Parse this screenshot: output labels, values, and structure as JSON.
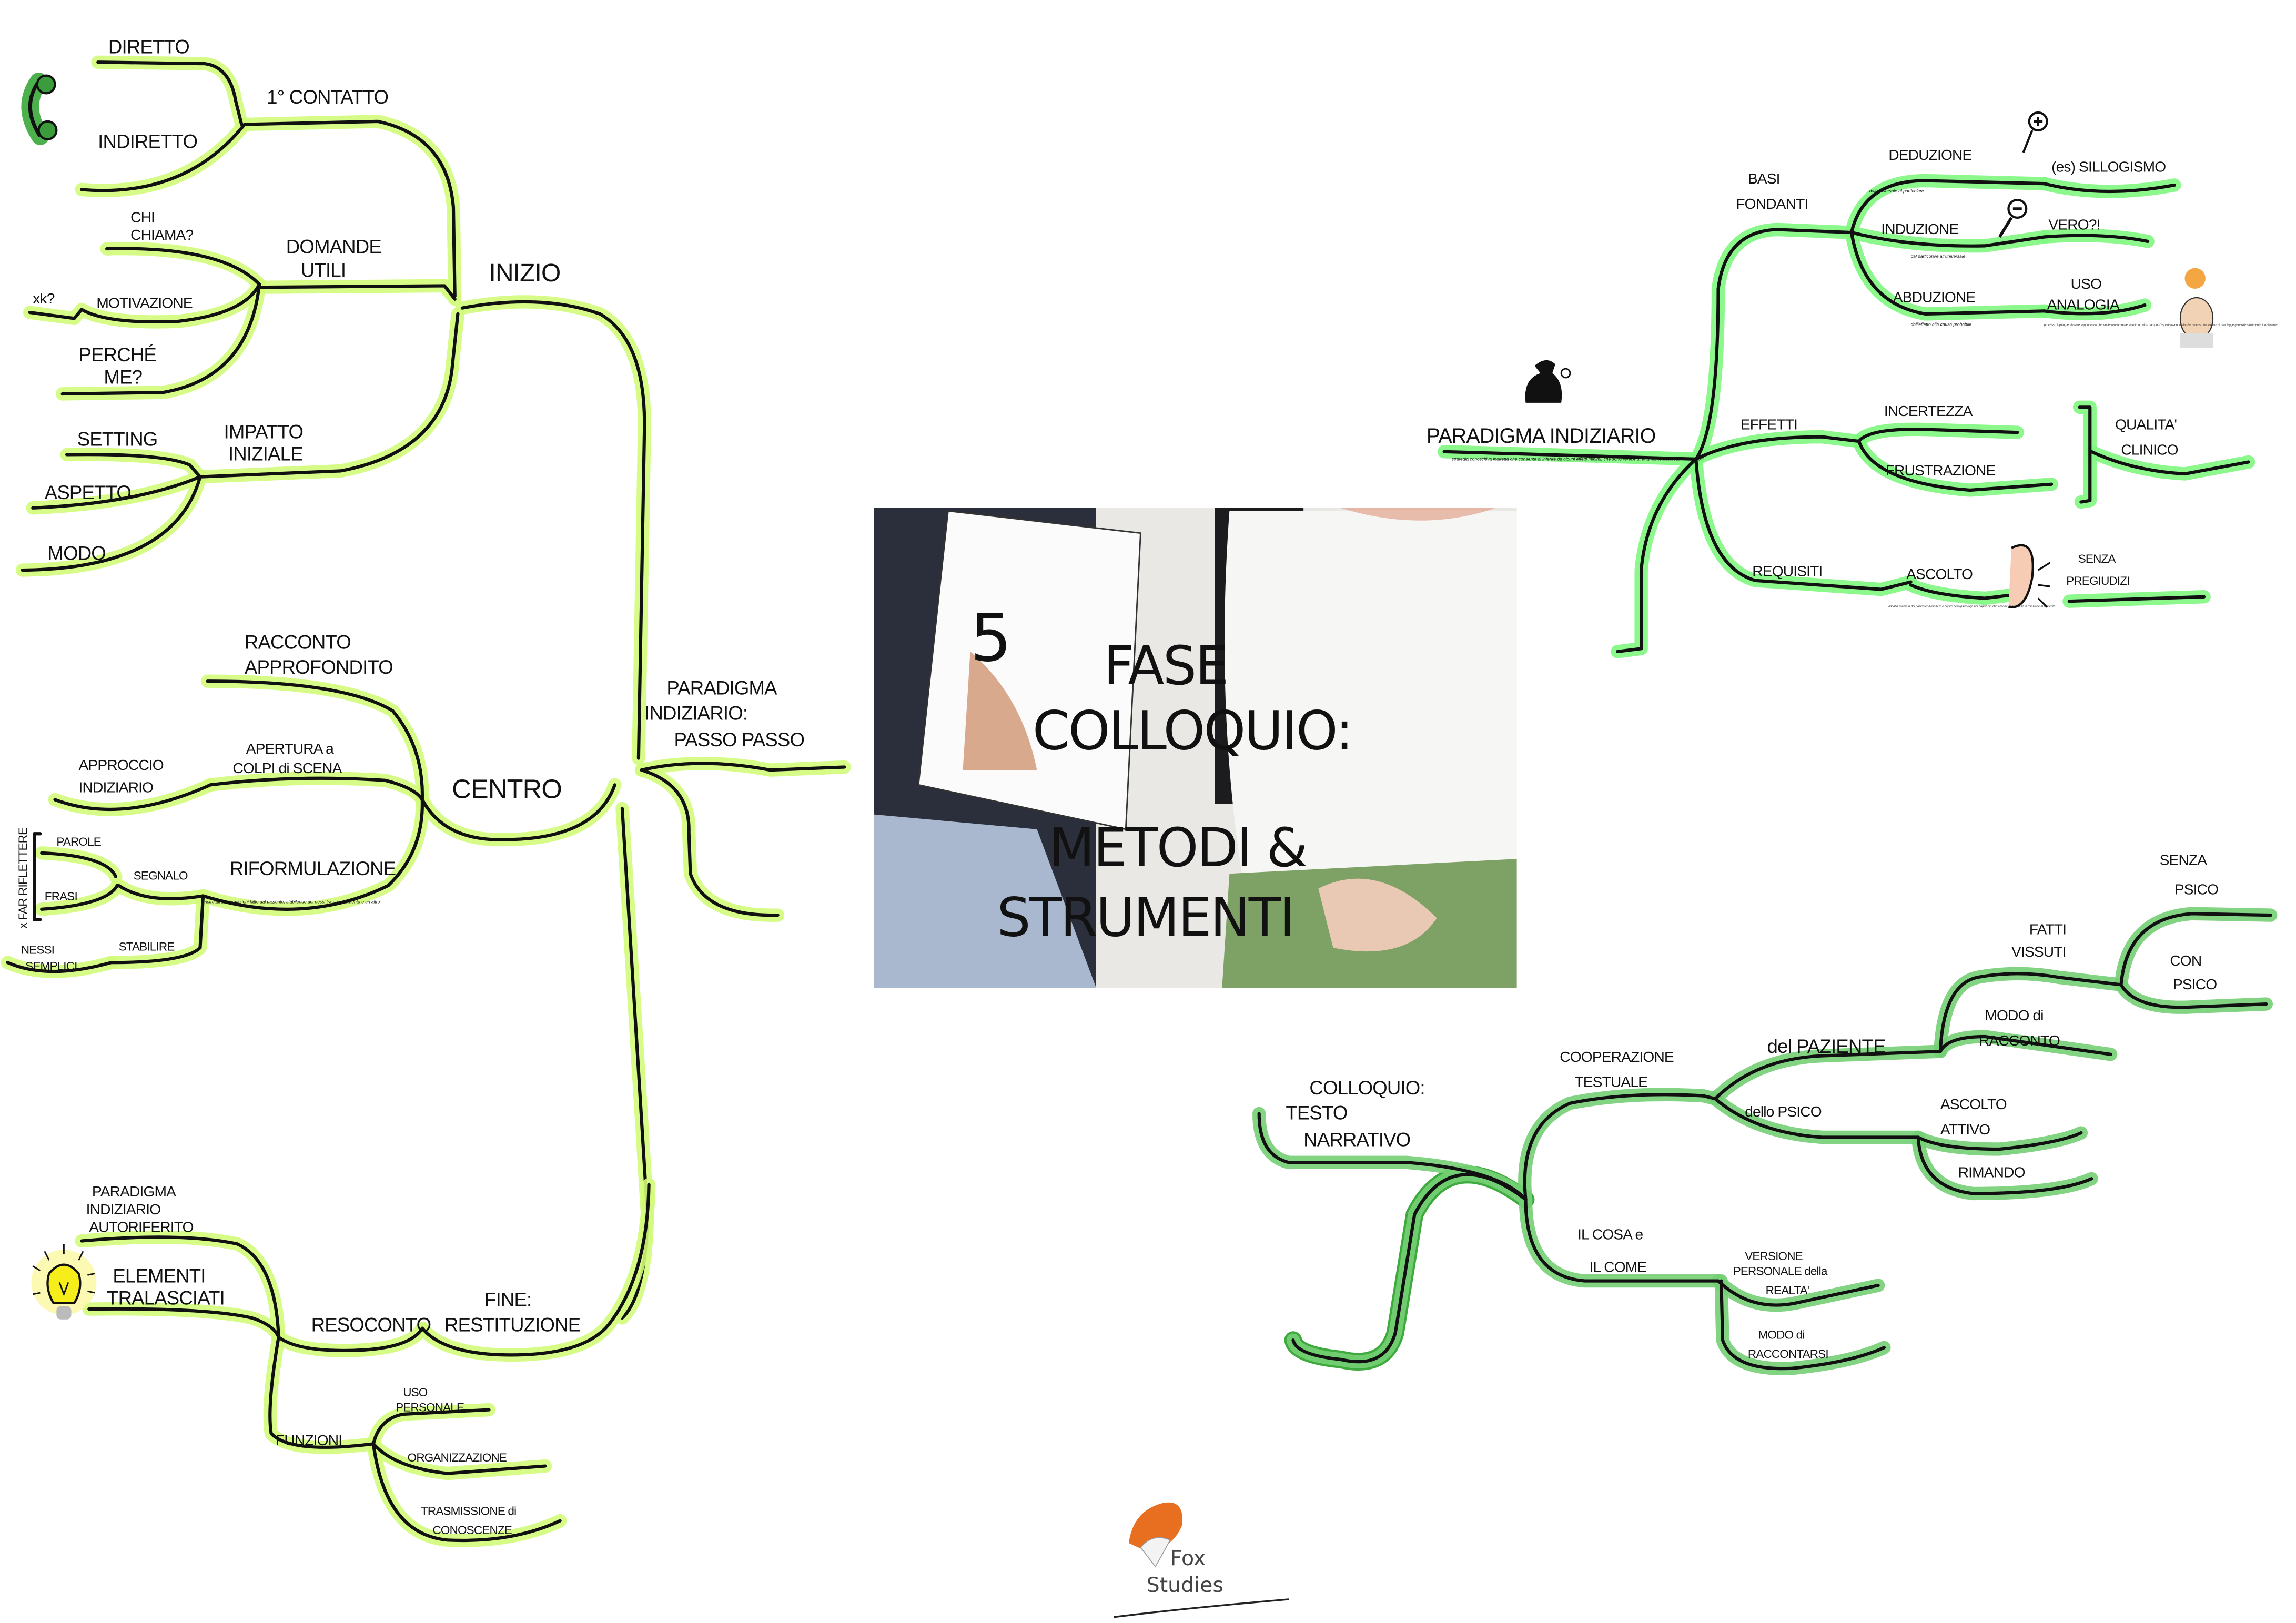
{
  "title": {
    "number": "5",
    "line1": "FASE",
    "line2": "COLLOQUIO:",
    "line3": "METODI &",
    "line4": "STRUMENTI"
  },
  "colors": {
    "lime": "#d2fb7a",
    "bright_green": "#7ff77f",
    "dark_green": "#74cf74",
    "ink": "#111111"
  },
  "inizio": {
    "label": "INIZIO",
    "primo_contatto": {
      "label": "1° CONTATTO",
      "diretto": "DIRETTO",
      "indiretto": "INDIRETTO",
      "icon": "phone-icon"
    },
    "domande": {
      "label1": "DOMANDE",
      "label2": "UTILI",
      "chi1": "CHI",
      "chi2": "CHIAMA?",
      "xk": "xk?",
      "motivazione": "MOTIVAZIONE",
      "perche1": "PERCHÉ",
      "perche2": "ME?"
    },
    "impatto": {
      "label1": "IMPATTO",
      "label2": "INIZIALE",
      "setting": "SETTING",
      "aspetto": "ASPETTO",
      "modo": "MODO"
    }
  },
  "centro": {
    "label": "CENTRO",
    "racconto1": "RACCONTO",
    "racconto2": "APPROFONDITO",
    "apertura1": "APERTURA a",
    "apertura2": "COLPI di SCENA",
    "approccio1": "APPROCCIO",
    "approccio2": "INDIZIARIO",
    "riformulazione": "RIFORMULAZIONE",
    "riformulazione_note": "ristruttura affermazioni fatte dal paziente, stabilendo dei nessi tra un argomento e un altro",
    "segnalo": "SEGNALO",
    "parole": "PAROLE",
    "frasi": "FRASI",
    "far_riflettere": "x FAR RIFLETTERE",
    "stabilire": "STABILIRE",
    "nessi1": "NESSI",
    "nessi2": "SEMPLICI"
  },
  "passo": {
    "line1": "PARADIGMA",
    "line2": "INDIZIARIO:",
    "line3": "PASSO PASSO"
  },
  "fine": {
    "label1": "FINE:",
    "label2": "RESTITUZIONE",
    "resoconto": "RESOCONTO",
    "autorif1": "PARADIGMA",
    "autorif2": "INDIZIARIO",
    "autorif3": "AUTORIFERITO",
    "elementi1": "ELEMENTI",
    "elementi2": "TRALASCIATI",
    "funzioni": "FUNZIONI",
    "uso1": "USO",
    "uso2": "PERSONALE",
    "organizzazione": "ORGANIZZAZIONE",
    "trasm1": "TRASMISSIONE di",
    "trasm2": "CONOSCENZE"
  },
  "paradigma": {
    "label": "PARADIGMA INDIZIARIO",
    "note": "strategia conoscitiva indiretta che consente di inferire da alcuni effetti minimi, che sono invece direttamente osservabili e leggibili",
    "basi1": "BASI",
    "basi2": "FONDANTI",
    "deduzione": "DEDUZIONE",
    "deduzione_note": "dall'universale al particolare",
    "sillogismo": "(es) SILLOGISMO",
    "induzione": "INDUZIONE",
    "induzione_note": "dal particolare all'universale",
    "vero": "VERO?!",
    "abduzione": "ABDUZIONE",
    "abduzione_note": "dall'effetto alla causa probabile",
    "analogia1": "USO",
    "analogia2": "ANALOGIA",
    "analogia_note": "processo logico per il quale supponiamo che un fenomeno osservato in un altro campo d'esperienza non sia che un caso particolare di una legge generale similmente funzionante.",
    "effetti": "EFFETTI",
    "incertezza": "INCERTEZZA",
    "frustrazione": "FRUSTRAZIONE",
    "qualita1": "QUALITA'",
    "qualita2": "CLINICO",
    "requisiti": "REQUISITI",
    "ascolto": "ASCOLTO",
    "ascolto_note": "ascolto concreto del paziente: il riflettere e capire dello psicologo per capire ciò che accade dentro di sé in relazione al paziente.",
    "senza1": "SENZA",
    "senza2": "PREGIUDIZI"
  },
  "narrativo": {
    "l1": "COLLOQUIO:",
    "l2": "TESTO",
    "l3": "NARRATIVO",
    "coop1": "COOPERAZIONE",
    "coop2": "TESTUALE",
    "paziente": "del PAZIENTE",
    "fatti1": "FATTI",
    "fatti2": "VISSUTI",
    "senza1": "SENZA",
    "senza2": "PSICO",
    "con1": "CON",
    "con2": "PSICO",
    "modo1": "MODO di",
    "modo2": "RACCONTO",
    "psico": "dello PSICO",
    "ascolto1": "ASCOLTO",
    "ascolto2": "ATTIVO",
    "rimando": "RIMANDO",
    "cosa1": "IL COSA e",
    "cosa2": "IL COME",
    "versione1": "VERSIONE",
    "versione2": "PERSONALE della",
    "versione3": "REALTA'",
    "raccontarsi1": "MODO di",
    "raccontarsi2": "RACCONTARSI"
  },
  "logo": {
    "line1": "Fox",
    "line2": "Studies"
  }
}
